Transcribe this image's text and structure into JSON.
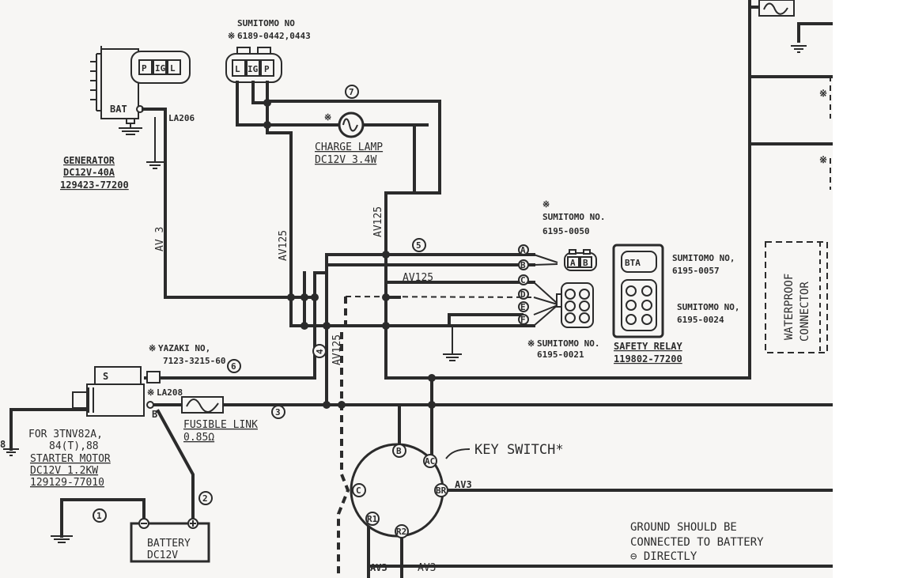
{
  "generator": {
    "terminals": [
      "P",
      "IG",
      "L"
    ],
    "bat_label": "BAT",
    "wire_label": "LA206",
    "title": "GENERATOR",
    "rating": "DC12V-40A",
    "part": "129423-77200"
  },
  "top_connector": {
    "mark": "※",
    "label": "SUMITOMO NO",
    "part": "6189-0442,0443",
    "pins": [
      "L",
      "IG",
      "P"
    ]
  },
  "charge_lamp": {
    "mark": "※",
    "circle_no": "7",
    "title": "CHARGE LAMP",
    "rating": "DC12V 3.4W"
  },
  "wire_labels": {
    "av3_left": "AV 3",
    "av125_a": "AV125",
    "av125_b": "AV125",
    "av125_mid": "AV125",
    "av125_c": "AV125",
    "av3_bottom_a": "AV3",
    "av3_bottom_b": "AV3",
    "av3_br": "AV3"
  },
  "circle_numbers": {
    "n1": "1",
    "n2": "2",
    "n3": "3",
    "n4": "4",
    "n5": "5",
    "n6": "6"
  },
  "connector_2p": {
    "mark": "※",
    "label": "SUMITOMO NO.",
    "part": "6195-0050",
    "pins": [
      "A",
      "B"
    ]
  },
  "connector_6p": {
    "mark": "※",
    "label": "SUMITOMO NO.",
    "part": "6195-0021",
    "pins_left": [
      "A",
      "B",
      "C",
      "D",
      "E",
      "F"
    ]
  },
  "safety_relay": {
    "conn_a_label": "SUMITOMO NO,",
    "conn_a_part": "6195-0057",
    "conn_a_pins": "BTA",
    "conn_b_label": "SUMITOMO NO,",
    "conn_b_part": "6195-0024",
    "title": "SAFETY RELAY",
    "part": "119802-77200"
  },
  "waterproof": {
    "line1": "WATERPROOF",
    "line2": "CONNECTOR"
  },
  "right_marks": [
    "※",
    "※"
  ],
  "yazaki": {
    "mark": "※",
    "label": "YAZAKI NO,",
    "part": "7123-3215-60"
  },
  "starter": {
    "s_label": "S",
    "b_label": "B",
    "la_label": "LA208",
    "mark": "※",
    "for_line1": "FOR 3TNV82A,",
    "for_line2": "84(T),88",
    "title": "STARTER MOTOR",
    "rating": "DC12V 1.2KW",
    "part": "129129-77010"
  },
  "fusible_link": {
    "title": "FUSIBLE LINK",
    "rating": "0.85Ω"
  },
  "battery": {
    "title": "BATTERY",
    "rating": "DC12V"
  },
  "key_switch": {
    "title": "KEY SWITCH*",
    "terminals": {
      "b": "B",
      "ac": "AC",
      "br": "BR",
      "c": "C",
      "r1": "R1",
      "r2": "R2"
    }
  },
  "ground_note": {
    "line1": "GROUND SHOULD BE",
    "line2": "CONNECTED TO BATTERY",
    "line3": "⊖ DIRECTLY"
  },
  "left_edge_mark": "8"
}
